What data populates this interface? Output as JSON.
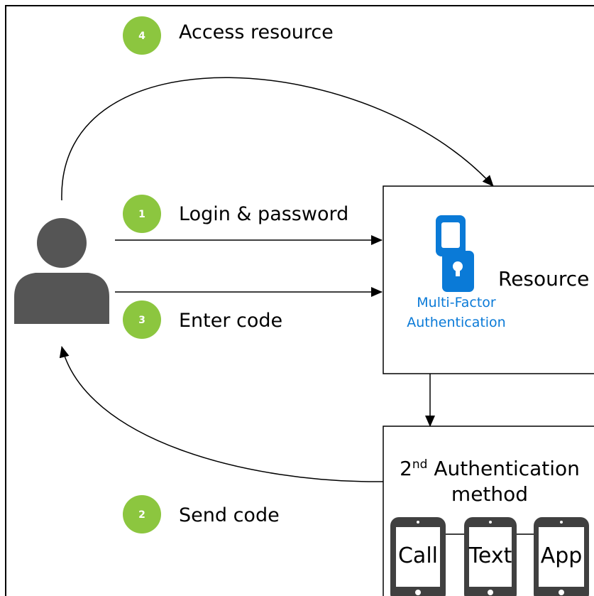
{
  "steps": [
    {
      "number": "4",
      "label": "Access resource"
    },
    {
      "number": "1",
      "label": "Login & password"
    },
    {
      "number": "3",
      "label": "Enter code"
    },
    {
      "number": "2",
      "label": "Send code"
    }
  ],
  "resource_box": {
    "title": "Resource",
    "mfa_line1": "Multi-Factor",
    "mfa_line2": "Authentication"
  },
  "auth_box": {
    "title_prefix": "2",
    "title_superscript": "nd",
    "title_rest": " Authentication",
    "title_line2": "method"
  },
  "devices": [
    "Call",
    "Text",
    "App"
  ],
  "colors": {
    "step_badge": "#8CC63F",
    "mfa_blue": "#0A7AD7",
    "user_icon": "#555555",
    "device_dark": "#404040",
    "line": "#000000"
  },
  "icons": {
    "user": "user-silhouette-icon",
    "mfa": "phone-lock-icon"
  }
}
